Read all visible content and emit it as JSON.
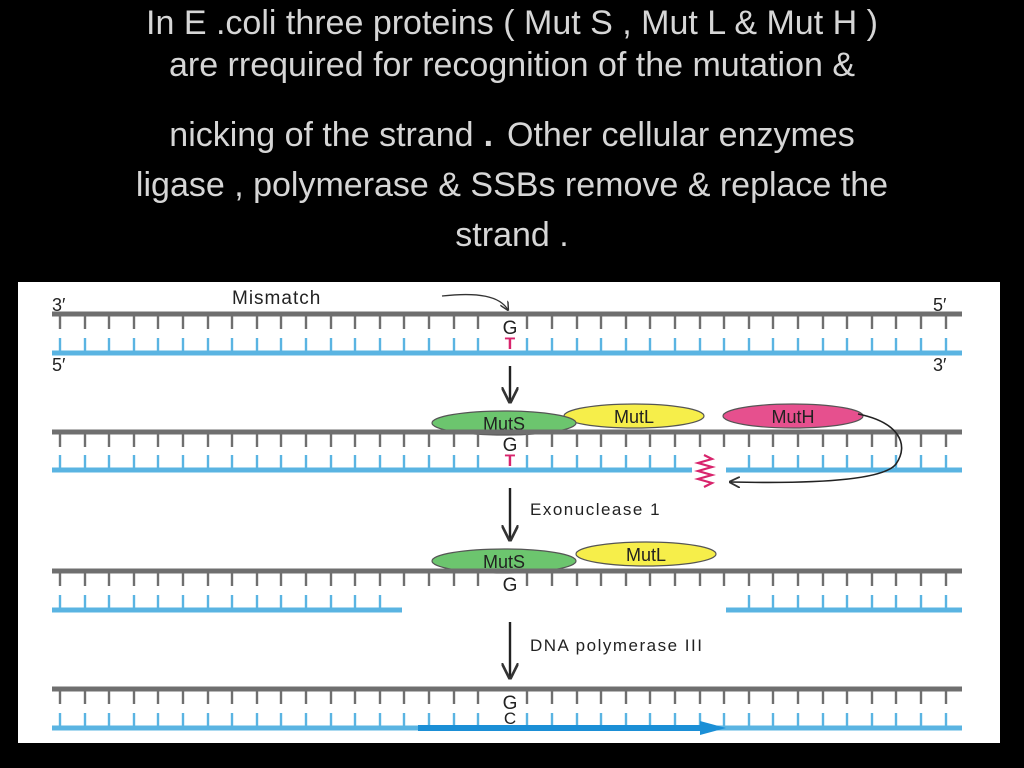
{
  "slide": {
    "title_lines": [
      "In E .coli three proteins ( Mut S , Mut L & Mut H )",
      "are rrequired for recognition of the mutation &",
      "nicking of the strand",
      ".",
      "Other cellular enzymes",
      "ligase , polymerase & SSBs remove & replace the",
      "strand ."
    ]
  },
  "diagram": {
    "end_labels": {
      "top_left": "3′",
      "top_right": "5′",
      "bottom_left": "5′",
      "bottom_right": "3′"
    },
    "mismatch_label": "Mismatch",
    "bases": {
      "template": "G",
      "mismatch": "T",
      "corrected": "C"
    },
    "proteins": {
      "muts": "MutS",
      "mutl": "MutL",
      "muth": "MutH"
    },
    "steps": {
      "exonuclease": "Exonuclease 1",
      "polymerase": "DNA polymerase III"
    },
    "colors": {
      "gray_strand": "#6f6f6f",
      "blue_strand": "#5ab4e2",
      "new_strand": "#1b8fd6",
      "mismatch_base": "#d8246c",
      "muts_fill": "#6cc56e",
      "mutl_fill": "#f6ee4a",
      "muth_fill": "#e6508e"
    }
  }
}
